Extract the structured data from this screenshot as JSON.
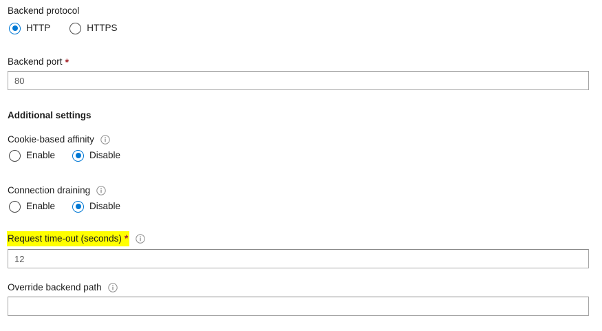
{
  "colors": {
    "accent": "#0078d4",
    "required_asterisk": "#a4262c",
    "highlight": "#ffff00",
    "label_text": "#1b1b1b",
    "input_text": "#595959",
    "input_border": "#a6a6a6",
    "background": "#ffffff"
  },
  "form": {
    "backend_protocol": {
      "label": "Backend protocol",
      "options": [
        {
          "label": "HTTP",
          "selected": true
        },
        {
          "label": "HTTPS",
          "selected": false
        }
      ]
    },
    "backend_port": {
      "label": "Backend port",
      "required": "*",
      "value": "80",
      "placeholder": ""
    },
    "additional_settings_heading": "Additional settings",
    "cookie_based_affinity": {
      "label": "Cookie-based affinity",
      "info_icon": "info-icon",
      "options": [
        {
          "label": "Enable",
          "selected": false
        },
        {
          "label": "Disable",
          "selected": true
        }
      ]
    },
    "connection_draining": {
      "label": "Connection draining",
      "info_icon": "info-icon",
      "options": [
        {
          "label": "Enable",
          "selected": false
        },
        {
          "label": "Disable",
          "selected": true
        }
      ]
    },
    "request_timeout": {
      "label": "Request time-out (seconds)",
      "required": "*",
      "info_icon": "info-icon",
      "highlighted": true,
      "value": "12",
      "placeholder": ""
    },
    "override_backend_path": {
      "label": "Override backend path",
      "info_icon": "info-icon",
      "value": "",
      "placeholder": ""
    }
  }
}
